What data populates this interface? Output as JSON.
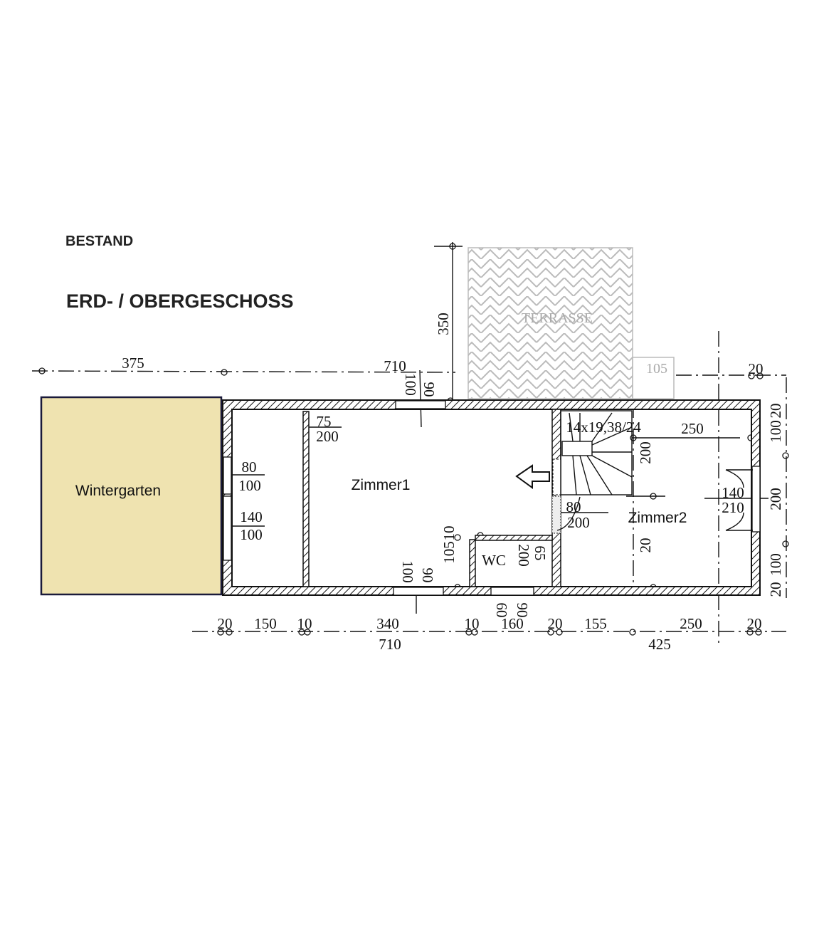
{
  "header": {
    "status": "BESTAND",
    "floor_title": "ERD- / OBERGESCHOSS"
  },
  "rooms": {
    "wintergarten": "Wintergarten",
    "zimmer1": "Zimmer1",
    "zimmer2": "Zimmer2",
    "wc": "WC",
    "terrace": "TERRASSE"
  },
  "colors": {
    "wintergarten_fill": "#efe3b0",
    "wintergarten_border": "#1a1a3a",
    "terrace": "#bbbbbb"
  },
  "dims": {
    "top": [
      "375",
      "710",
      "350",
      "100",
      "90",
      "105",
      "20"
    ],
    "interior": [
      "75",
      "200",
      "80",
      "100",
      "140",
      "100",
      "14x19,38/24",
      "250",
      "200",
      "80",
      "200",
      "140",
      "210",
      "200",
      "100",
      "100",
      "20",
      "20",
      "200",
      "65",
      "105",
      "10",
      "100",
      "90",
      "20"
    ],
    "bottom": [
      "20",
      "150",
      "10",
      "340",
      "10",
      "160",
      "60",
      "90",
      "20",
      "155",
      "250",
      "20",
      "710",
      "425"
    ]
  }
}
